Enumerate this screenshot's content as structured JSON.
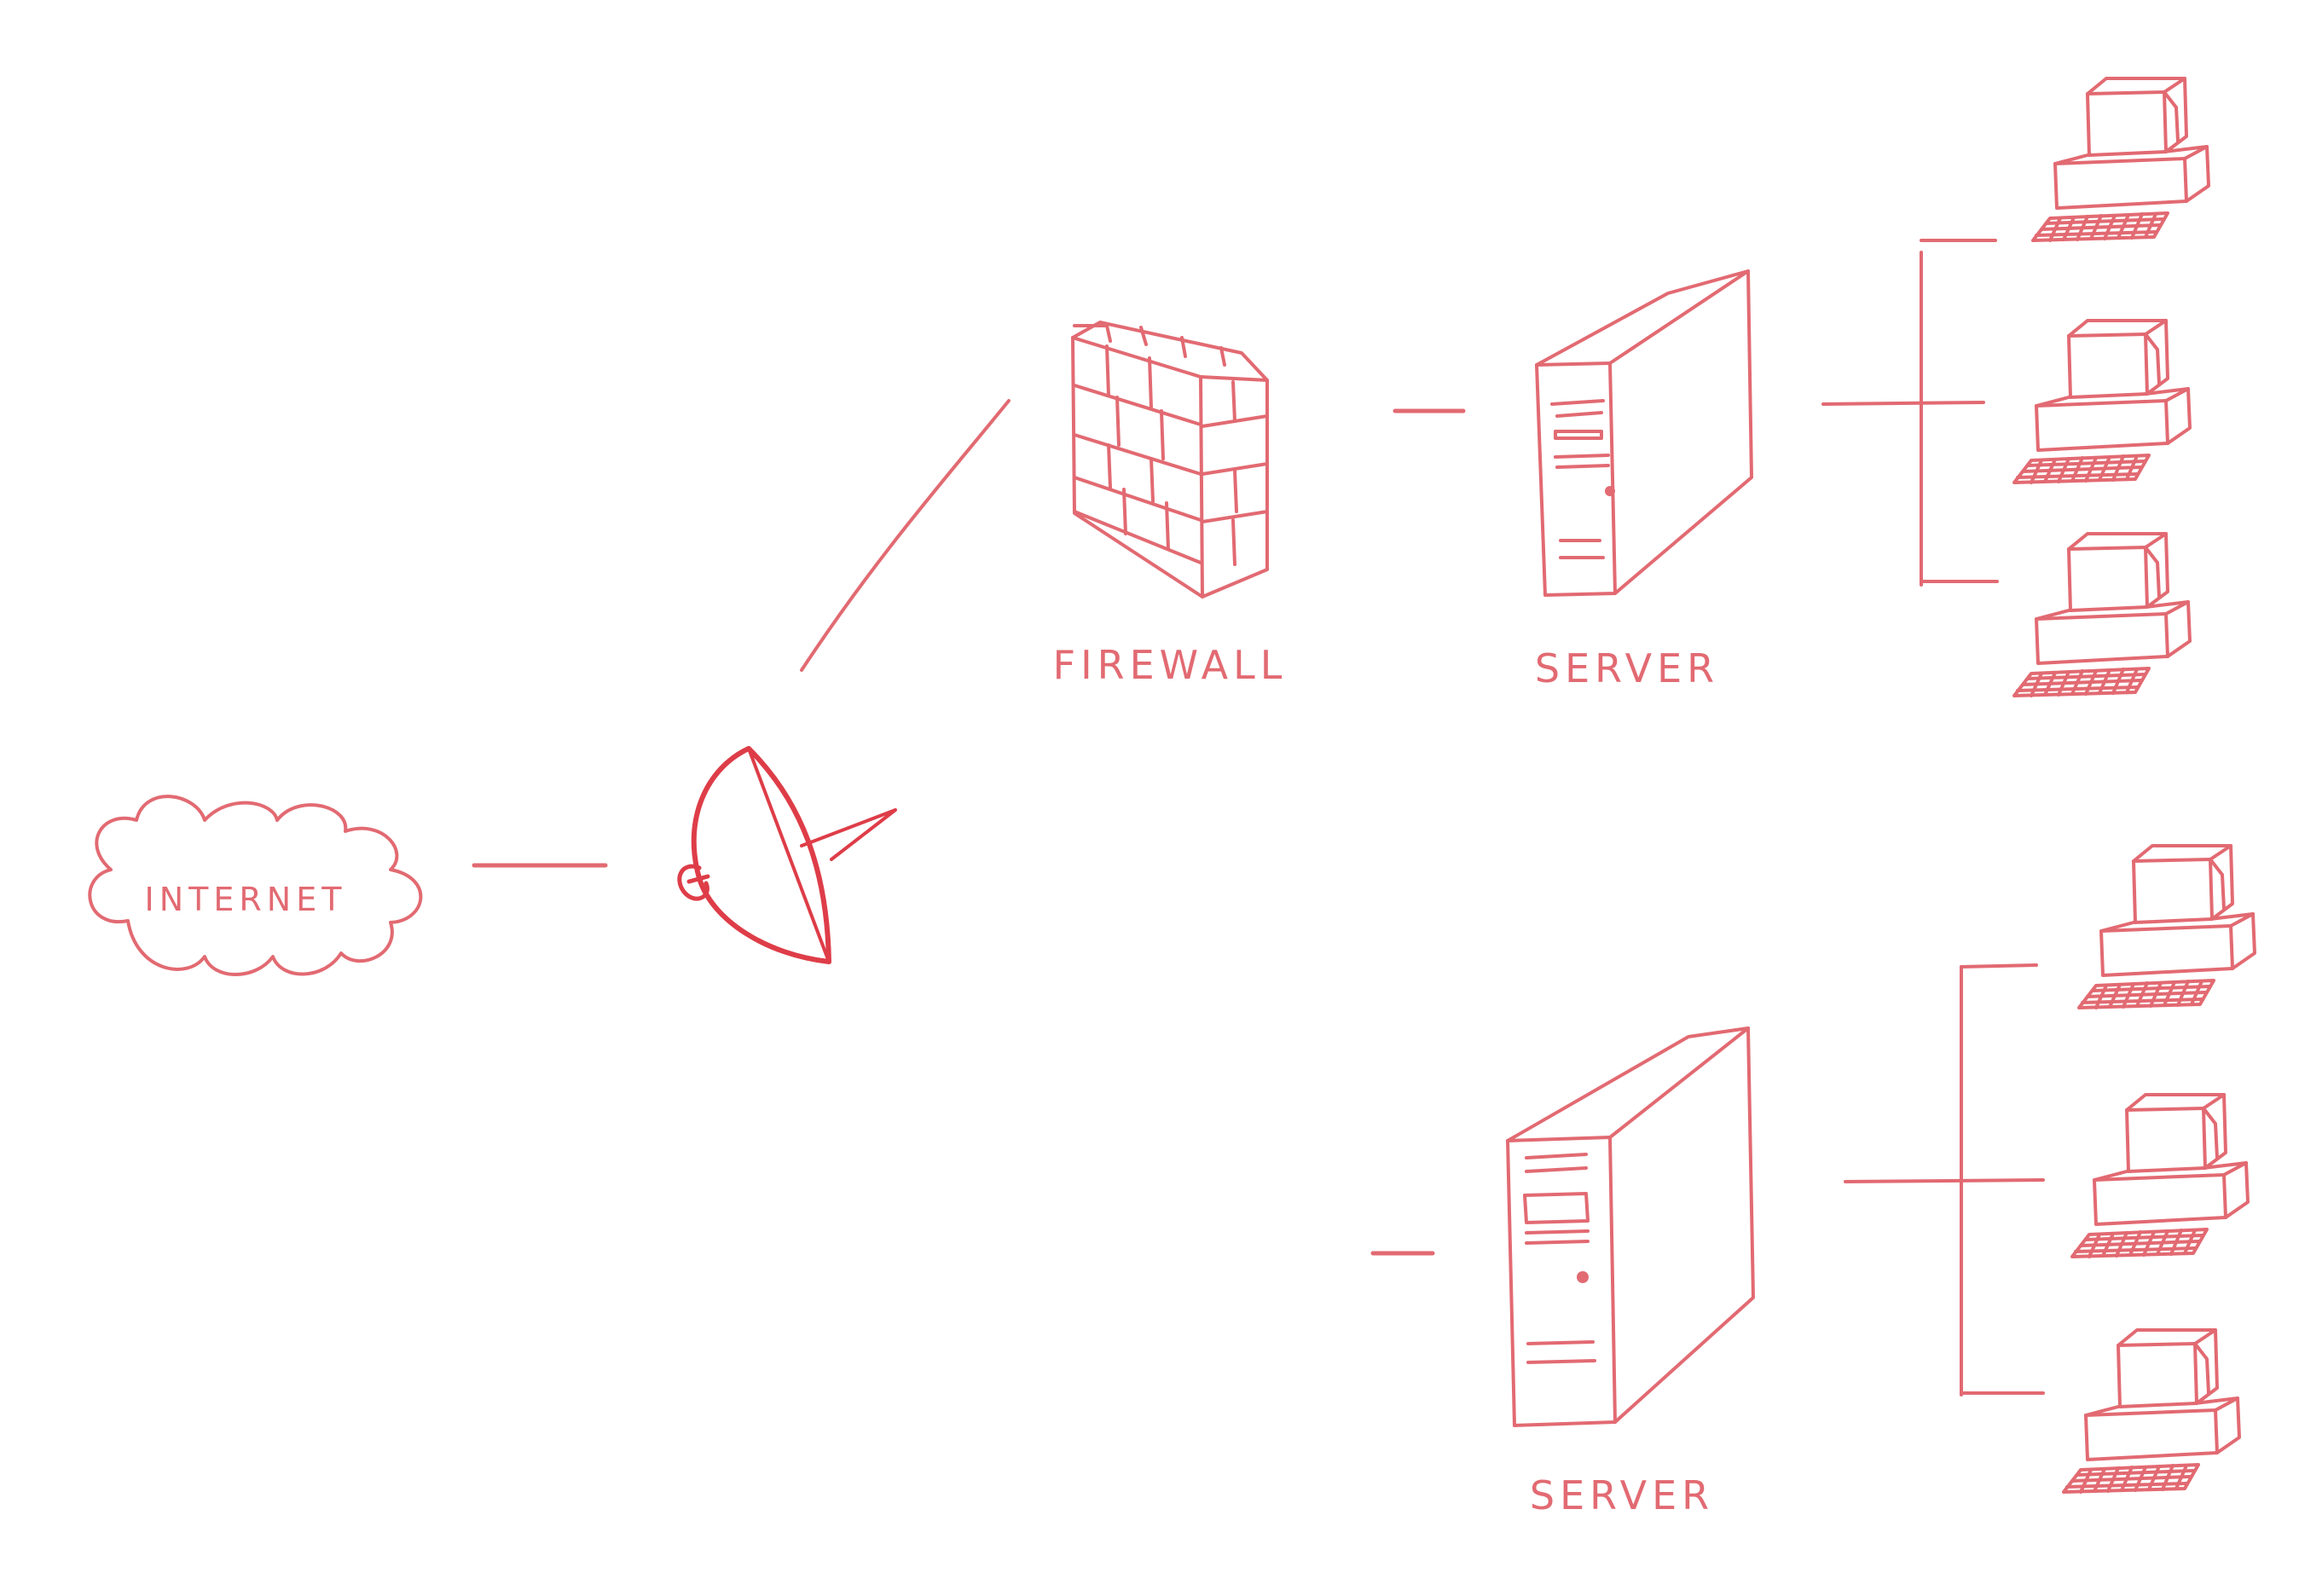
{
  "diagram": {
    "colors": {
      "ink": "#e26a72",
      "ink_dark": "#de3d48",
      "sheen": "#b9c7d6"
    },
    "nodes": [
      {
        "id": "internet",
        "label": "INTERNET",
        "icon": "cloud-icon"
      },
      {
        "id": "satellite",
        "label": "",
        "icon": "satellite-dish-icon"
      },
      {
        "id": "firewall",
        "label": "FIREWALL",
        "icon": "brick-wall-icon"
      },
      {
        "id": "server_1",
        "label": "SERVER",
        "icon": "server-tower-icon"
      },
      {
        "id": "server_2",
        "label": "SERVER",
        "icon": "server-tower-icon"
      },
      {
        "id": "pc_1",
        "label": "",
        "icon": "desktop-computer-icon"
      },
      {
        "id": "pc_2",
        "label": "",
        "icon": "desktop-computer-icon"
      },
      {
        "id": "pc_3",
        "label": "",
        "icon": "desktop-computer-icon"
      },
      {
        "id": "pc_4",
        "label": "",
        "icon": "desktop-computer-icon"
      },
      {
        "id": "pc_5",
        "label": "",
        "icon": "desktop-computer-icon"
      },
      {
        "id": "pc_6",
        "label": "",
        "icon": "desktop-computer-icon"
      }
    ],
    "edges": [
      {
        "from": "internet",
        "to": "satellite"
      },
      {
        "from": "satellite",
        "to": "firewall"
      },
      {
        "from": "firewall",
        "to": "server_1"
      },
      {
        "from": "satellite",
        "to": "server_2"
      },
      {
        "from": "server_1",
        "to": "pc_1"
      },
      {
        "from": "server_1",
        "to": "pc_2"
      },
      {
        "from": "server_1",
        "to": "pc_3"
      },
      {
        "from": "server_2",
        "to": "pc_4"
      },
      {
        "from": "server_2",
        "to": "pc_5"
      },
      {
        "from": "server_2",
        "to": "pc_6"
      }
    ]
  }
}
